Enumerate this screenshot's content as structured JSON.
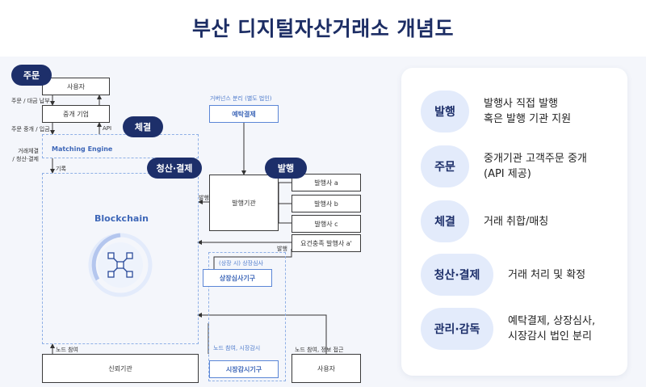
{
  "title": "부산 디지털자산거래소 개념도",
  "boxes": {
    "user_top": "사용자",
    "broker": "중개 기업",
    "custody": "예탁결제",
    "issuer": "발행기관",
    "issuer_a": "발행사 a",
    "issuer_b": "발행사 b",
    "issuer_c": "발행사 c",
    "issuer_req": "요건충족 발행사 a'",
    "listing": "상장심사기구",
    "trust": "신뢰기관",
    "surveillance": "시장감시기구",
    "user_bottom": "사용자"
  },
  "pills": {
    "order": "주문",
    "match": "체결",
    "settle": "청산·결제",
    "issue": "발행"
  },
  "labels": {
    "order_pay": "주문 / 대금 납부",
    "order_relay": "주문 중개 / 입금",
    "api": "API",
    "trade_settle": "거래체결\n/ 청산·결제",
    "record": "기록",
    "governance": "거버넌스 분리 (별도 법인)",
    "issue_left": "발행",
    "issue_right": "발행",
    "listing_review": "(상장 시) 상장심사",
    "node_join": "노드 참여",
    "node_surveil": "노드 참여, 시장감시",
    "node_info": "노드 참여, 정보 접근",
    "matching_engine": "Matching Engine",
    "blockchain": "Blockchain"
  },
  "legend": [
    {
      "tag": "발행",
      "text": "발행사 직접 발행\n혹은 발행 기관 지원"
    },
    {
      "tag": "주문",
      "text": "중개기관 고객주문 중개\n(API 제공)"
    },
    {
      "tag": "체결",
      "text": "거래 취합/매칭"
    },
    {
      "tag": "청산·결제",
      "text": "거래 처리 및 확정"
    },
    {
      "tag": "관리·감독",
      "text": "예탁결제, 상장심사,\n시장감시 법인 분리"
    }
  ],
  "colors": {
    "navy": "#1d2f6a",
    "accent_blue": "#3e67b8",
    "light_blue": "#e3ebfb",
    "background": "#f4f6fb"
  }
}
